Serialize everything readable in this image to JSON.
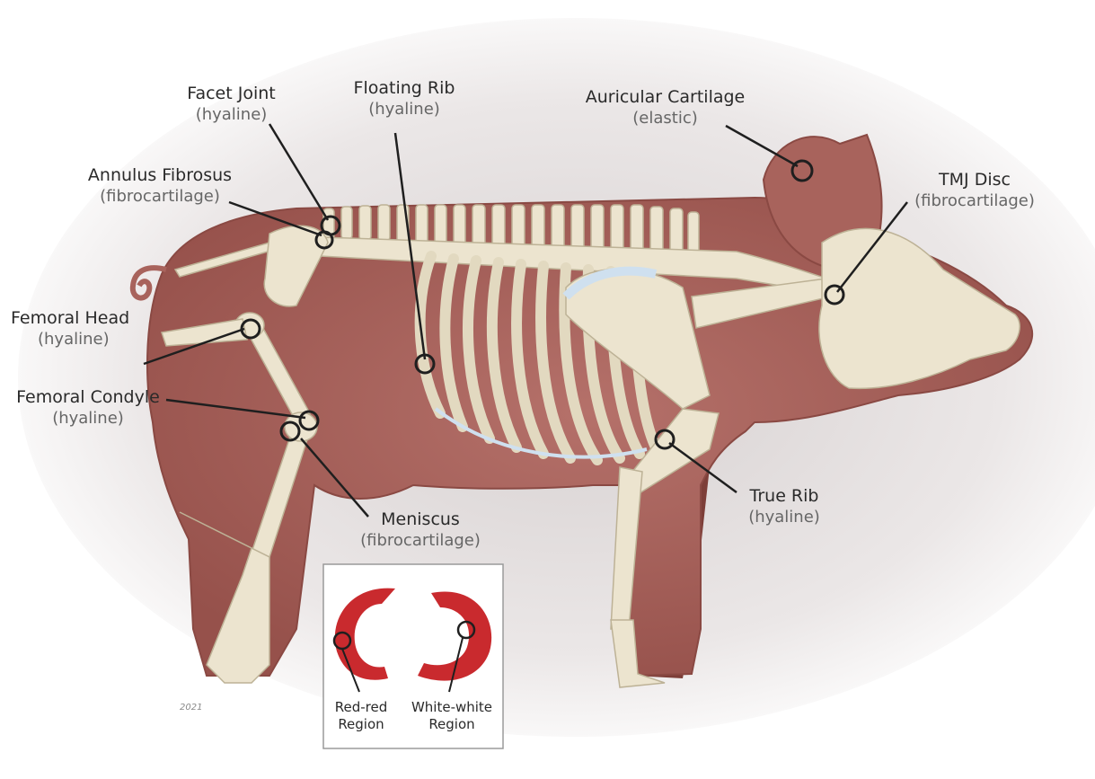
{
  "colors": {
    "body": "#a8635c",
    "body_dark": "#7d3e38",
    "bone": "#ece4cf",
    "bone_shadow": "#c9bfa5",
    "cartilage_blue": "#cfe0ef",
    "meniscus_red": "#c92a2e",
    "pointer": "#1f1f1f"
  },
  "labels": {
    "facet_joint": {
      "title": "Facet Joint",
      "type": "(hyaline)"
    },
    "floating_rib": {
      "title": "Floating Rib",
      "type": "(hyaline)"
    },
    "auricular_cartilage": {
      "title": "Auricular Cartilage",
      "type": "(elastic)"
    },
    "annulus_fibrosus": {
      "title": "Annulus Fibrosus",
      "type": "(fibrocartilage)"
    },
    "tmj_disc": {
      "title": "TMJ Disc",
      "type": "(fibrocartilage)"
    },
    "femoral_head": {
      "title": "Femoral Head",
      "type": "(hyaline)"
    },
    "femoral_condyle": {
      "title": "Femoral Condyle",
      "type": "(hyaline)"
    },
    "meniscus": {
      "title": "Meniscus",
      "type": "(fibrocartilage)"
    },
    "true_rib": {
      "title": "True Rib",
      "type": "(hyaline)"
    }
  },
  "inset": {
    "red_red": {
      "line1": "Red-red",
      "line2": "Region"
    },
    "white_white": {
      "line1": "White-white",
      "line2": "Region"
    }
  },
  "signature": {
    "year": "2021"
  }
}
